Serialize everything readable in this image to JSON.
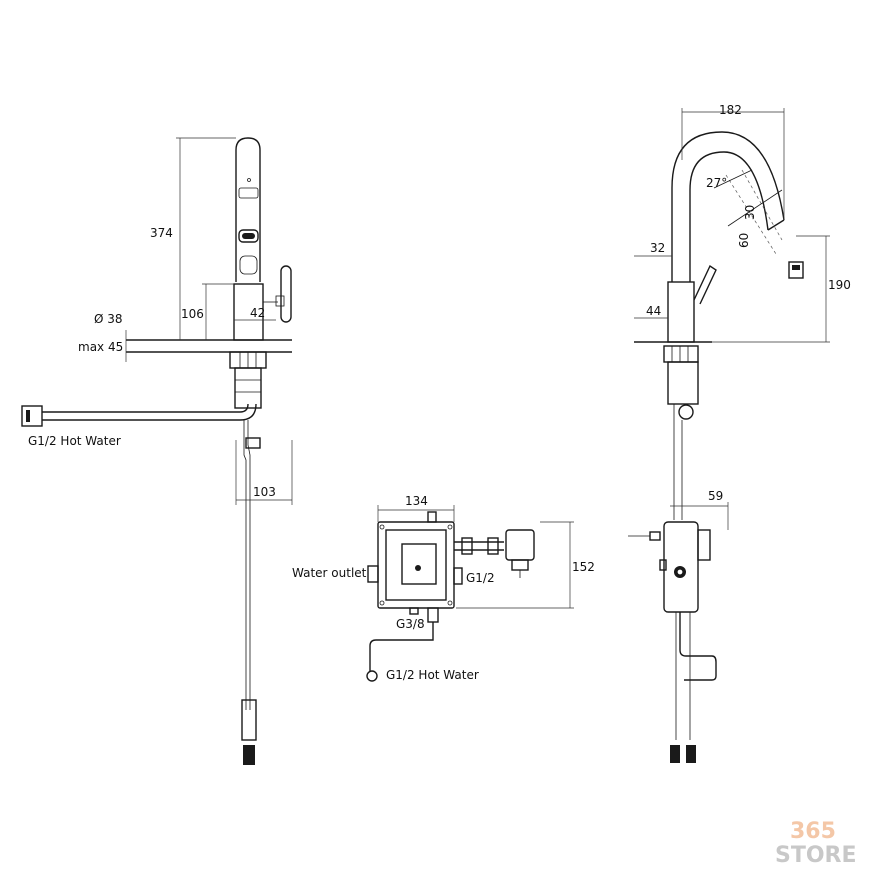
{
  "front_view": {
    "height_total": "374",
    "body_height": "106",
    "lever_offset": "42",
    "hole_diameter": "Ø 38",
    "deck_thickness": "max 45",
    "hose_label": "G1/2 Hot Water",
    "hose_reach": "103"
  },
  "side_view": {
    "spout_reach": "182",
    "spray_angle": "27°",
    "nozzle_dim_a": "30",
    "nozzle_dim_b": "60",
    "neck_diameter": "32",
    "body_diameter": "44",
    "spout_height": "190",
    "box_depth": "59"
  },
  "control_box": {
    "width": "134",
    "height": "152",
    "outlet_label": "Water outlet",
    "inlet_label": "G1/2",
    "bottom_label": "G3/8",
    "hot_water_label": "G1/2 Hot Water"
  },
  "watermark": {
    "number": "365",
    "word": "STORE",
    "colors": {
      "number": "#f4c7a7",
      "word": "#c8c8c8"
    }
  }
}
